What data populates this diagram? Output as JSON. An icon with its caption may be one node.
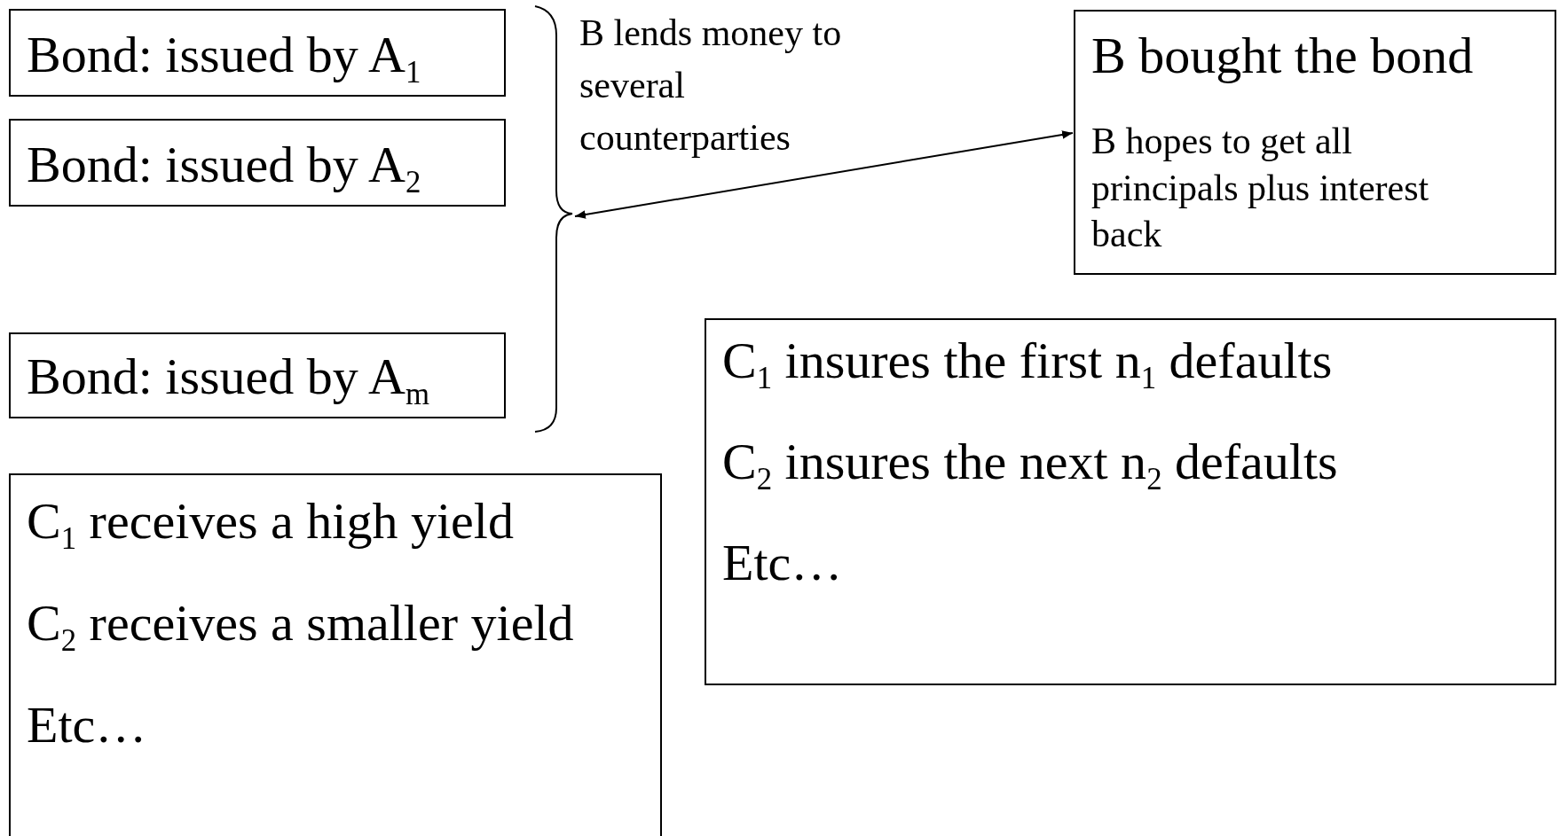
{
  "diagram": {
    "nodes": [
      {
        "text": [
          "Bond: issued by A$_{1}$"
        ]
      },
      {
        "text": [
          "Bond: issued by A$_{2}$"
        ]
      },
      {
        "text": [
          "Bond: issued by A$_{m}$"
        ]
      },
      {
        "text": [
          "B bought the bond",
          "B hopes to get all principals plus interest back"
        ]
      },
      {
        "text": [
          "C$_{1}$ receives a high yield",
          "C$_{2}$ receives a smaller yield",
          "Etc…"
        ]
      },
      {
        "text": [
          "C$_{1}$ insures the first n$_{1}$ defaults",
          "C$_{2}$ insures the next n$_{2}$ defaults",
          "Etc…"
        ]
      },
      {
        "text": [],
        "shape": "brace"
      }
    ],
    "edges": [
      {
        "from": 6,
        "to": 3,
        "arrow": "both"
      }
    ],
    "labels": [
      "B lends money to several counterparties"
    ]
  }
}
